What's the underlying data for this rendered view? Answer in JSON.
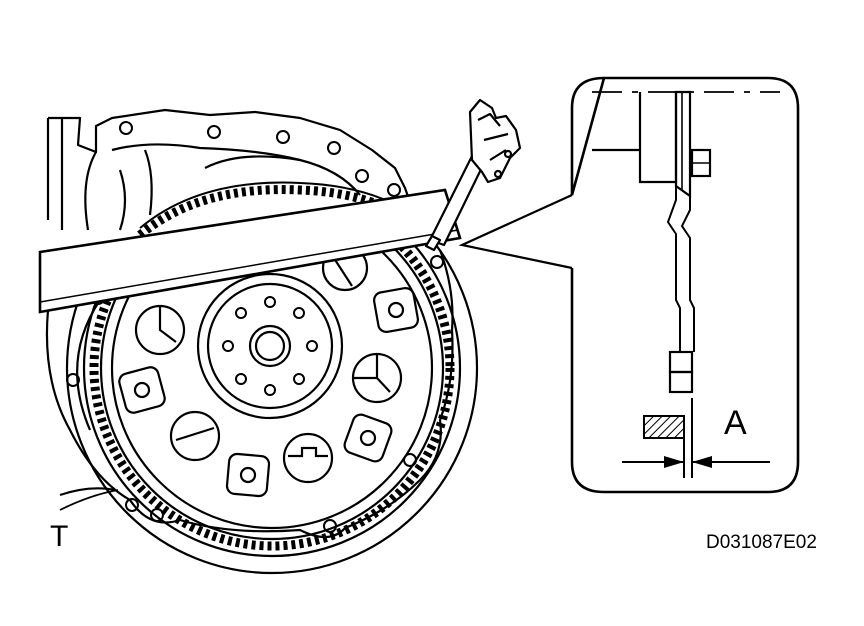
{
  "labels": {
    "t": "T",
    "a": "A"
  },
  "figure_code": "D031087E02",
  "colors": {
    "ink": "#000000",
    "paper": "#ffffff"
  }
}
